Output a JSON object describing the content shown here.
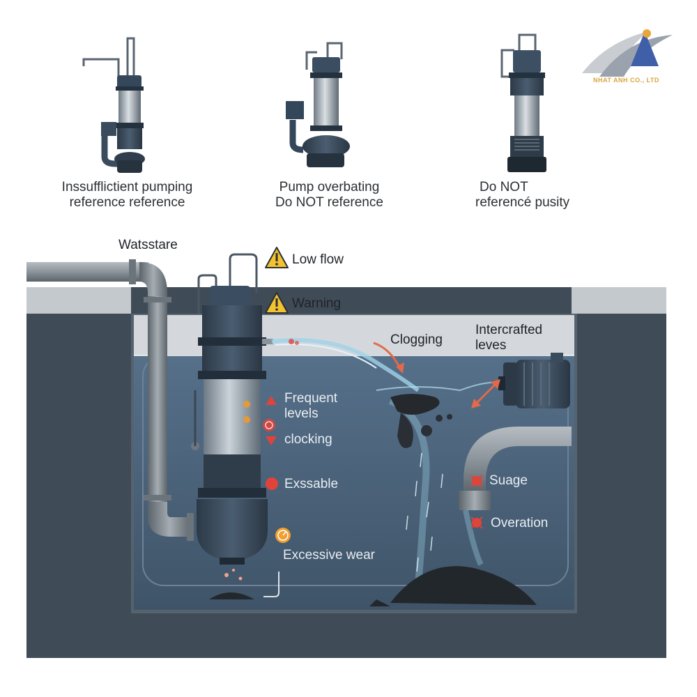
{
  "logo": {
    "company": "NHAT ANH CO., LTD"
  },
  "top_pumps": [
    {
      "caption_line1": "Inssufflictient pumping",
      "caption_line2": "reference reference"
    },
    {
      "caption_line1": "Pump overbating",
      "caption_line2": "Do NOT reference"
    },
    {
      "caption_line1": "Do NOT",
      "caption_line2": "referencé pusity"
    }
  ],
  "labels": {
    "watsstare": "Watsstare",
    "low_flow": "Low flow",
    "warning": "Warning",
    "clogging": "Clogging",
    "intercrafted_line1": "Intercrafted",
    "intercrafted_line2": "leves",
    "frequent_line1": "Frequent",
    "frequent_line2": "levels",
    "clocking": "clocking",
    "exssable": "Exssable",
    "excessive_wear": "Excessive wear",
    "suage": "Suage",
    "overation": "Overation"
  },
  "colors": {
    "tank_water": "#40556a",
    "tank_wall": "#5a6673",
    "pump_body": "#3c4c5e",
    "warning_yellow": "#f2c230",
    "alert_red": "#e0433a",
    "pipe_gray": "#8a9299"
  }
}
